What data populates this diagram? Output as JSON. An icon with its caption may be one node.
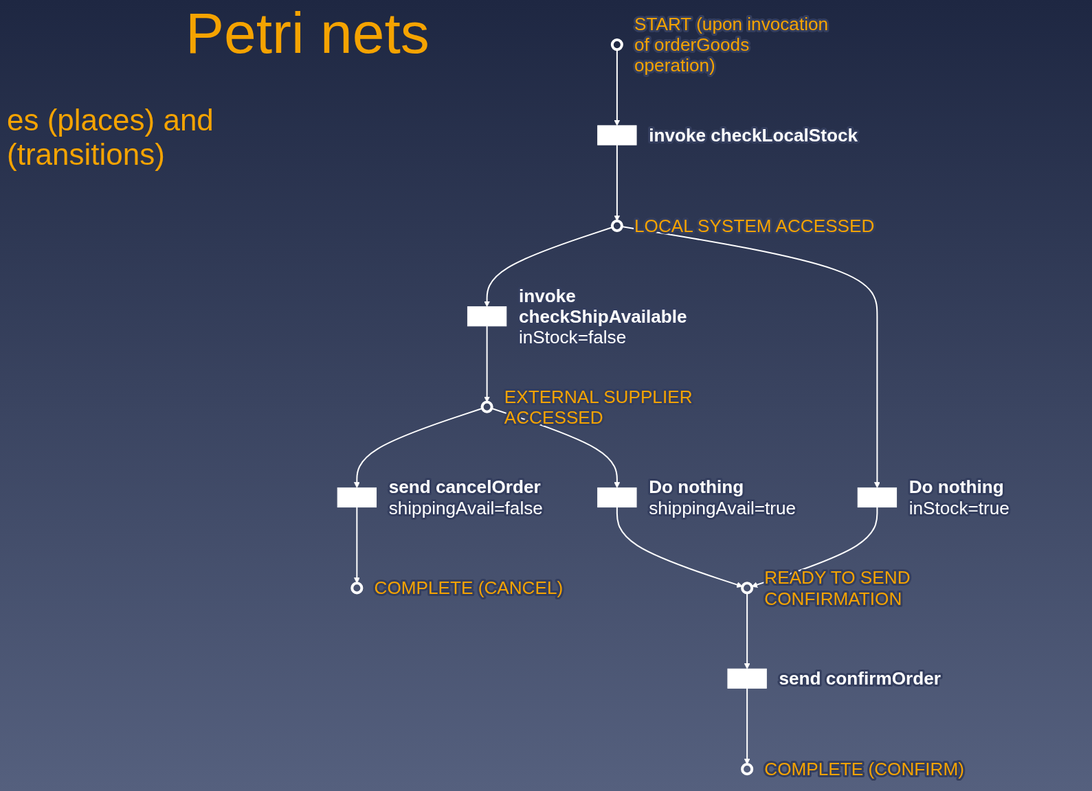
{
  "diagram": {
    "title": "Petri nets",
    "nodes": [
      {
        "text": [],
        "shape": "circle",
        "beside": [
          "START (upon invocation of orderGoods operation)"
        ]
      },
      {
        "text": [],
        "shape": "bar",
        "beside": [
          "invoke checkLocalStock"
        ]
      },
      {
        "text": [],
        "shape": "circle",
        "beside": [
          "LOCAL SYSTEM ACCESSED"
        ]
      },
      {
        "text": [],
        "shape": "bar",
        "beside": [
          "invoke checkShipAvailable",
          "inStock=false"
        ]
      },
      {
        "text": [],
        "shape": "bar",
        "beside": [
          "Do nothing",
          "inStock=true"
        ]
      },
      {
        "text": [],
        "shape": "circle",
        "beside": [
          "EXTERNAL SUPPLIER ACCESSED"
        ]
      },
      {
        "text": [],
        "shape": "bar",
        "beside": [
          "send cancelOrder",
          "shippingAvail=false"
        ]
      },
      {
        "text": [],
        "shape": "bar",
        "beside": [
          "Do nothing",
          "shippingAvail=true"
        ]
      },
      {
        "text": [],
        "shape": "circle",
        "beside": [
          "COMPLETE (CANCEL)"
        ]
      },
      {
        "text": [],
        "shape": "circle",
        "beside": [
          "READY TO SEND CONFIRMATION"
        ]
      },
      {
        "text": [],
        "shape": "bar",
        "beside": [
          "send confirmOrder"
        ]
      },
      {
        "text": [],
        "shape": "circle",
        "beside": [
          "COMPLETE (CONFIRM)"
        ]
      }
    ],
    "edges": [
      {
        "from": 0,
        "to": 1,
        "arrow": "to"
      },
      {
        "from": 1,
        "to": 2,
        "arrow": "to"
      },
      {
        "from": 2,
        "to": 3,
        "arrow": "to"
      },
      {
        "from": 2,
        "to": 4,
        "arrow": "to"
      },
      {
        "from": 3,
        "to": 5,
        "arrow": "to"
      },
      {
        "from": 5,
        "to": 6,
        "arrow": "to"
      },
      {
        "from": 5,
        "to": 7,
        "arrow": "to"
      },
      {
        "from": 6,
        "to": 8,
        "arrow": "to"
      },
      {
        "from": 7,
        "to": 9,
        "arrow": "to"
      },
      {
        "from": 4,
        "to": 9,
        "arrow": "to"
      },
      {
        "from": 9,
        "to": 10,
        "arrow": "to"
      },
      {
        "from": 10,
        "to": 11,
        "arrow": "to"
      }
    ],
    "labels": [
      "es (places) and (transitions)"
    ]
  }
}
